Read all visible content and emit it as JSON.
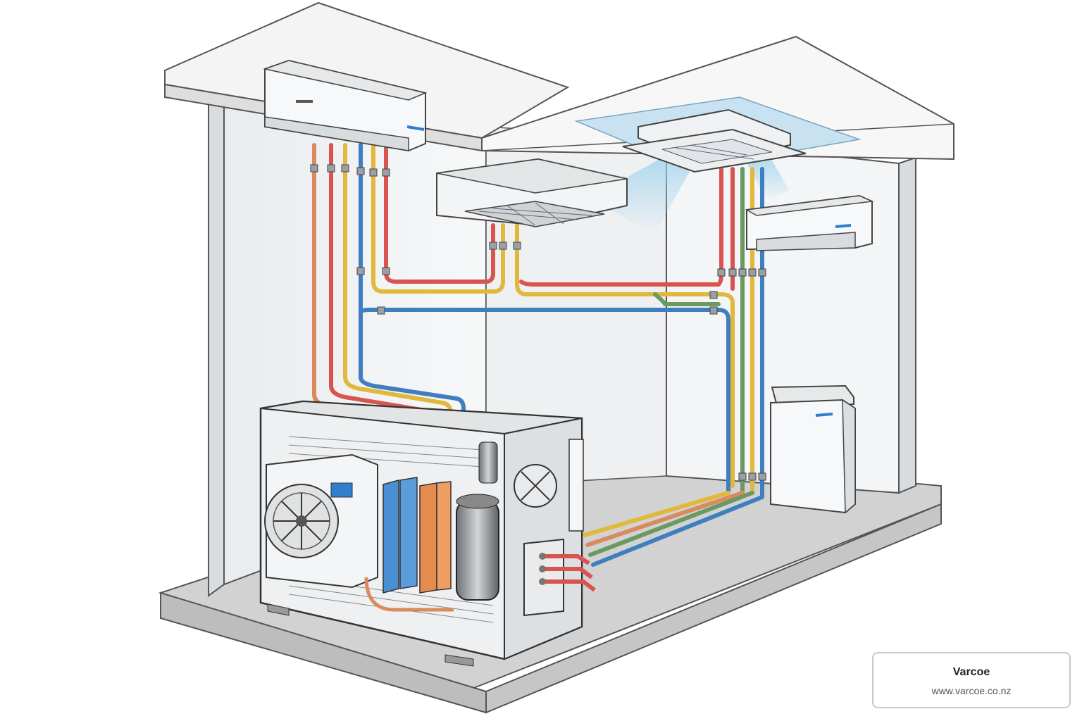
{
  "diagram": {
    "subject": "multi-split heat pump system cutaway",
    "colors": {
      "liquid_line": "#d9534f",
      "suction_line": "#3f7fc0",
      "yellow_line": "#e0b93c",
      "green_line": "#6a9a62",
      "copper_line": "#d98a5e",
      "wall": "#f2f3f5",
      "floor": "#cfcfcf",
      "accent_blue": "#2f7fd0",
      "coil_orange": "#e58b4e",
      "airflow": "#9fd3ee"
    },
    "components": [
      {
        "id": "indoor-wall-unit-left",
        "kind": "wall-mounted indoor unit"
      },
      {
        "id": "ceiling-duct-unit",
        "kind": "ceiling ducted unit"
      },
      {
        "id": "ceiling-cassette-unit",
        "kind": "ceiling cassette"
      },
      {
        "id": "indoor-wall-unit-right",
        "kind": "wall-mounted indoor unit"
      },
      {
        "id": "floor-console-unit",
        "kind": "floor console"
      },
      {
        "id": "outdoor-unit",
        "kind": "outdoor condensing unit (cutaway)"
      },
      {
        "id": "branch-box",
        "kind": "refrigerant branch box"
      }
    ]
  },
  "watermark": {
    "brand": "Varcoe",
    "url": "www.varcoe.co.nz"
  }
}
